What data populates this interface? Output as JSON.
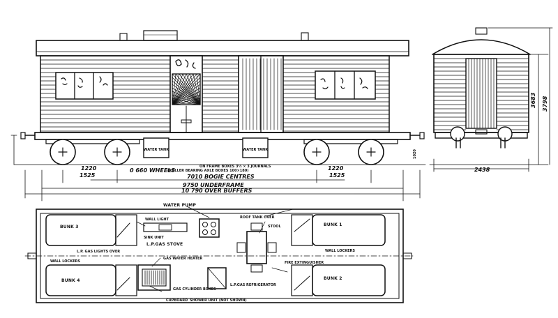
{
  "side_elevation": {
    "water_tank_left": "WATER TANK",
    "water_tank_right": "WATER TANK"
  },
  "dimensions": {
    "buffer_height": "1020",
    "buffer_height_unit": "1020",
    "left_1220": "1220",
    "left_1525": "1525",
    "wheels": "0 660 WHEELS",
    "axle_boxes": "(ROLLER BEARING AXLE BOXES 100×180)",
    "frame_boxes": "ON FRAME BOXES 3½ × 3 JOURNALS",
    "right_1220": "1220",
    "right_1525": "1525",
    "bogie_centres": "7010 BOGIE CENTRES",
    "underframe": "9750 UNDERFRAME",
    "over_buffers": "10 790 OVER BUFFERS",
    "end_width": "2438",
    "height_inner": "3683",
    "height_outer": "3798"
  },
  "plan": {
    "water_pump": "WATER PUMP",
    "wall_light": "WALL LIGHT",
    "sink_unit": "SINK UNIT",
    "lpgas_stove": "L.P.GAS STOVE",
    "roof_tank_over": "ROOF TANK OVER",
    "stool": "STOOL",
    "bunk_3": "BUNK 3",
    "bunk_1": "BUNK 1",
    "lpgas_lights_over": "L.P. GAS LIGHTS OVER",
    "wall_lockers_left": "WALL LOCKERS",
    "wall_lockers_right": "WALL LOCKERS",
    "gas_water_heater": "GAS WATER HEATER",
    "bunk_4": "BUNK 4",
    "bunk_2": "BUNK 2",
    "fire_extinguisher": "FIRE EXTINGUISHER",
    "lpgas_refrigerator": "L.P.GAS REFRIGERATOR",
    "gas_cylinder_boxes": "GAS CYLINDER BOXES",
    "cupboard": "CUPBOARD",
    "shower_unit": "SHOWER UNIT (NOT SHOWN)"
  }
}
